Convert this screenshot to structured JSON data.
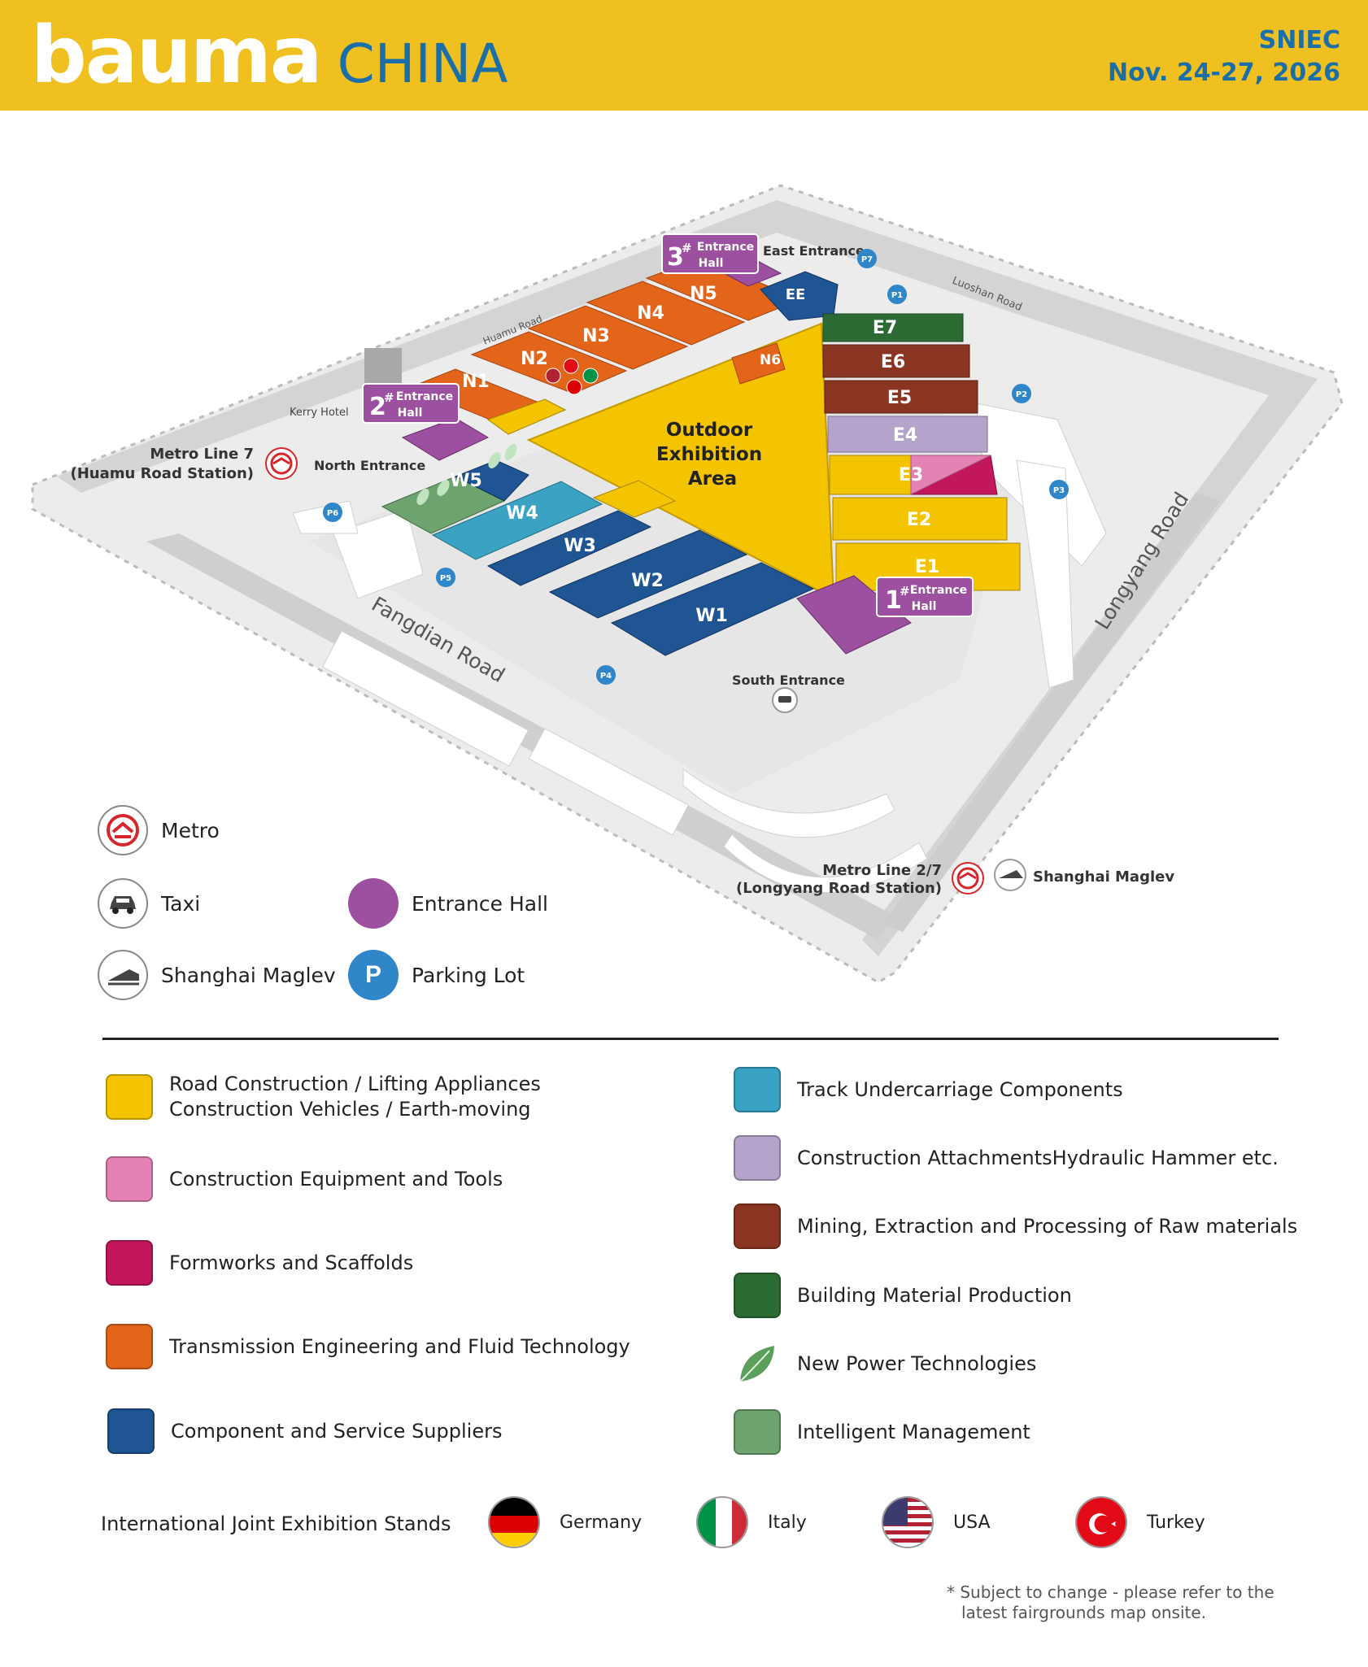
{
  "header": {
    "brand": "bauma",
    "brand_sub": "CHINA",
    "venue": "SNIEC",
    "dates": "Nov. 24-27, 2026"
  },
  "colors": {
    "header_bg": "#f0c020",
    "brand_blue": "#1a6fa8",
    "yellow": "#f5c400",
    "orange": "#e2651a",
    "dark_blue": "#1f5592",
    "light_blue": "#3aa3c3",
    "green_dark": "#2d6b35",
    "brown": "#8a3522",
    "lavender": "#b4a3cb",
    "pink": "#e482b4",
    "magenta": "#c2185b",
    "purple": "#9d4fa0",
    "intelligent_green": "#6da36f",
    "parking_blue": "#2f86c9",
    "metro_red": "#d7262b"
  },
  "map": {
    "halls": {
      "n1": "N1",
      "n2": "N2",
      "n3": "N3",
      "n4": "N4",
      "n5": "N5",
      "n6": "N6",
      "ee": "EE",
      "e1": "E1",
      "e2": "E2",
      "e3": "E3",
      "e4": "E4",
      "e5": "E5",
      "e6": "E6",
      "e7": "E7",
      "w1": "W1",
      "w2": "W2",
      "w3": "W3",
      "w4": "W4",
      "w5": "W5"
    },
    "outdoor": [
      "Outdoor",
      "Exhibition",
      "Area"
    ],
    "entrance_halls": {
      "h1": {
        "num": "1",
        "sup": "#",
        "line1": "Entrance",
        "line2": "Hall"
      },
      "h2": {
        "num": "2",
        "sup": "#",
        "line1": "Entrance",
        "line2": "Hall"
      },
      "h3": {
        "num": "3",
        "sup": "#",
        "line1": "Entrance",
        "line2": "Hall"
      }
    },
    "entrances": {
      "east": "East Entrance",
      "north": "North Entrance",
      "south": "South Entrance"
    },
    "roads": {
      "huamu": "Huamu Road",
      "luoshan": "Luoshan Road",
      "longyang": "Longyang Road",
      "fangdian": "Fangdian Road"
    },
    "landmarks": {
      "kerry": "Kerry Hotel",
      "metro7_line1": "Metro Line 7",
      "metro7_line2": "(Huamu Road Station)",
      "metro27_line1": "Metro Line 2/7",
      "metro27_line2": "(Longyang Road Station)",
      "maglev": "Shanghai Maglev"
    },
    "parking": [
      "P1",
      "P2",
      "P3",
      "P4",
      "P5",
      "P6",
      "P7"
    ]
  },
  "transport_legend": {
    "metro": "Metro",
    "taxi": "Taxi",
    "maglev": "Shanghai Maglev",
    "entrance_hall": "Entrance Hall",
    "parking": "Parking Lot",
    "parking_letter": "P"
  },
  "categories_left": [
    {
      "color": "#f5c400",
      "line1": "Road Construction / Lifting Appliances",
      "line2": "Construction Vehicles / Earth-moving"
    },
    {
      "color": "#e482b4",
      "line1": "Construction Equipment and Tools",
      "line2": ""
    },
    {
      "color": "#c2185b",
      "line1": "Formworks and Scaffolds",
      "line2": ""
    },
    {
      "color": "#e2651a",
      "line1": "Transmission Engineering and Fluid Technology",
      "line2": ""
    },
    {
      "color": "#1f5592",
      "line1": "Component and Service Suppliers",
      "line2": ""
    }
  ],
  "categories_right": [
    {
      "color": "#3aa3c3",
      "line1": "Track Undercarriage Components"
    },
    {
      "color": "#b4a3cb",
      "line1": "Construction AttachmentsHydraulic Hammer etc."
    },
    {
      "color": "#8a3522",
      "line1": "Mining, Extraction and Processing of Raw materials"
    },
    {
      "color": "#2d6b35",
      "line1": "Building Material Production"
    },
    {
      "color": "leaf",
      "line1": "New Power Technologies"
    },
    {
      "color": "#6da36f",
      "line1": "Intelligent Management"
    }
  ],
  "international": {
    "title": "International Joint Exhibition Stands",
    "germany": "Germany",
    "italy": "Italy",
    "usa": "USA",
    "turkey": "Turkey"
  },
  "footnote": {
    "line1": "* Subject to change - please refer to the",
    "line2": "latest  fairgrounds map onsite."
  }
}
